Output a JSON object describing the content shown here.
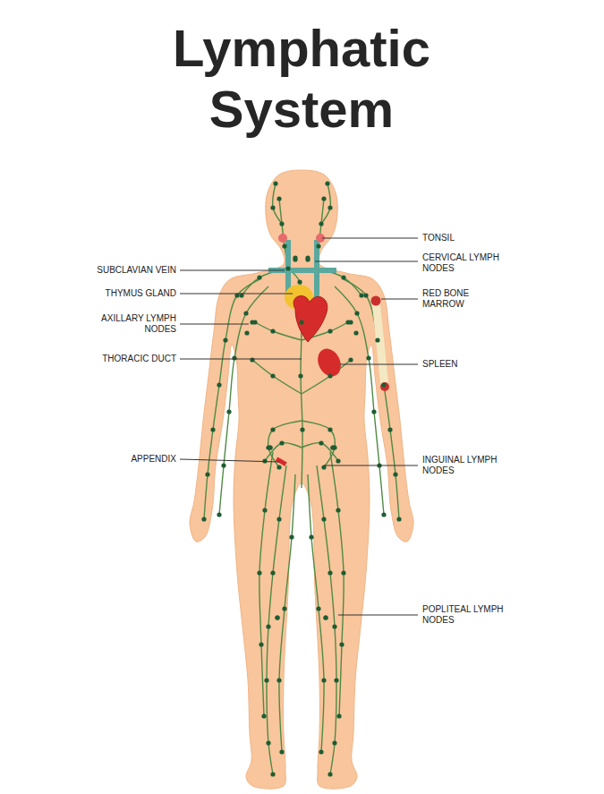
{
  "diagram": {
    "title": "Lymphatic System",
    "labels": [
      "TONSIL",
      "CERVICAL LYMPH NODES",
      "SUBCLAVIAN VEIN",
      "THYMUS GLAND",
      "RED BONE MARROW",
      "AXILLARY LYMPH NODES",
      "THORACIC DUCT",
      "SPLEEN",
      "APPENDIX",
      "INGUINAL LYMPH NODES",
      "POPLITEAL LYMPH NODES"
    ]
  }
}
